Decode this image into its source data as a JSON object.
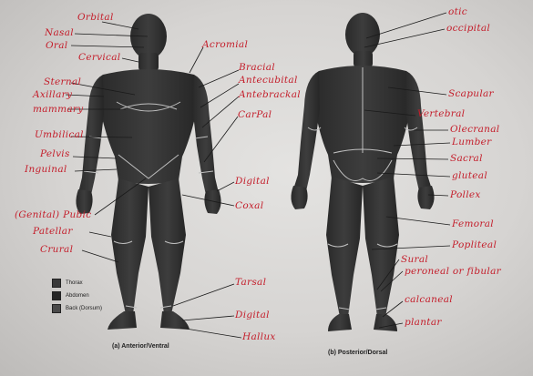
{
  "anterior": {
    "caption": "(a) Anterior/Ventral",
    "labels": {
      "orbital": "Orbital",
      "nasal": "Nasal",
      "oral": "Oral",
      "cervical": "Cervical",
      "sternal": "Sternal",
      "axillary": "Axillary",
      "mammary": "mammary",
      "umbilical": "Umbilical",
      "pelvis": "Pelvis",
      "inguinal": "Inguinal",
      "pubic": "(Genital) Pubic",
      "patellar": "Patellar",
      "crural": "Crural",
      "acromial": "Acromial",
      "brachial": "Bracial",
      "antecubital": "Antecubital",
      "antebrachial": "Antebrackal",
      "carpal": "CarPal",
      "digital_hand": "Digital",
      "coxal": "Coxal",
      "tarsal": "Tarsal",
      "digital_foot": "Digital",
      "hallux": "Hallux"
    }
  },
  "posterior": {
    "caption": "(b) Posterior/Dorsal",
    "labels": {
      "otic": "otic",
      "occipital": "occipital",
      "scapular": "Scapular",
      "vertebral": "Vertebral",
      "olecranal": "Olecranal",
      "lumbar": "Lumber",
      "sacral": "Sacral",
      "gluteal": "gluteal",
      "pollex": "Pollex",
      "femoral": "Femoral",
      "popliteal": "Popliteal",
      "sural": "Sural",
      "peroneal": "peroneal or fibular",
      "calcaneal": "calcaneal",
      "plantar": "plantar"
    }
  },
  "legend": [
    {
      "label": "Thorax",
      "color": "#3a3a3a"
    },
    {
      "label": "Abdomen",
      "color": "#262626"
    },
    {
      "label": "Back (Dorsum)",
      "color": "#4a4a4a"
    }
  ]
}
